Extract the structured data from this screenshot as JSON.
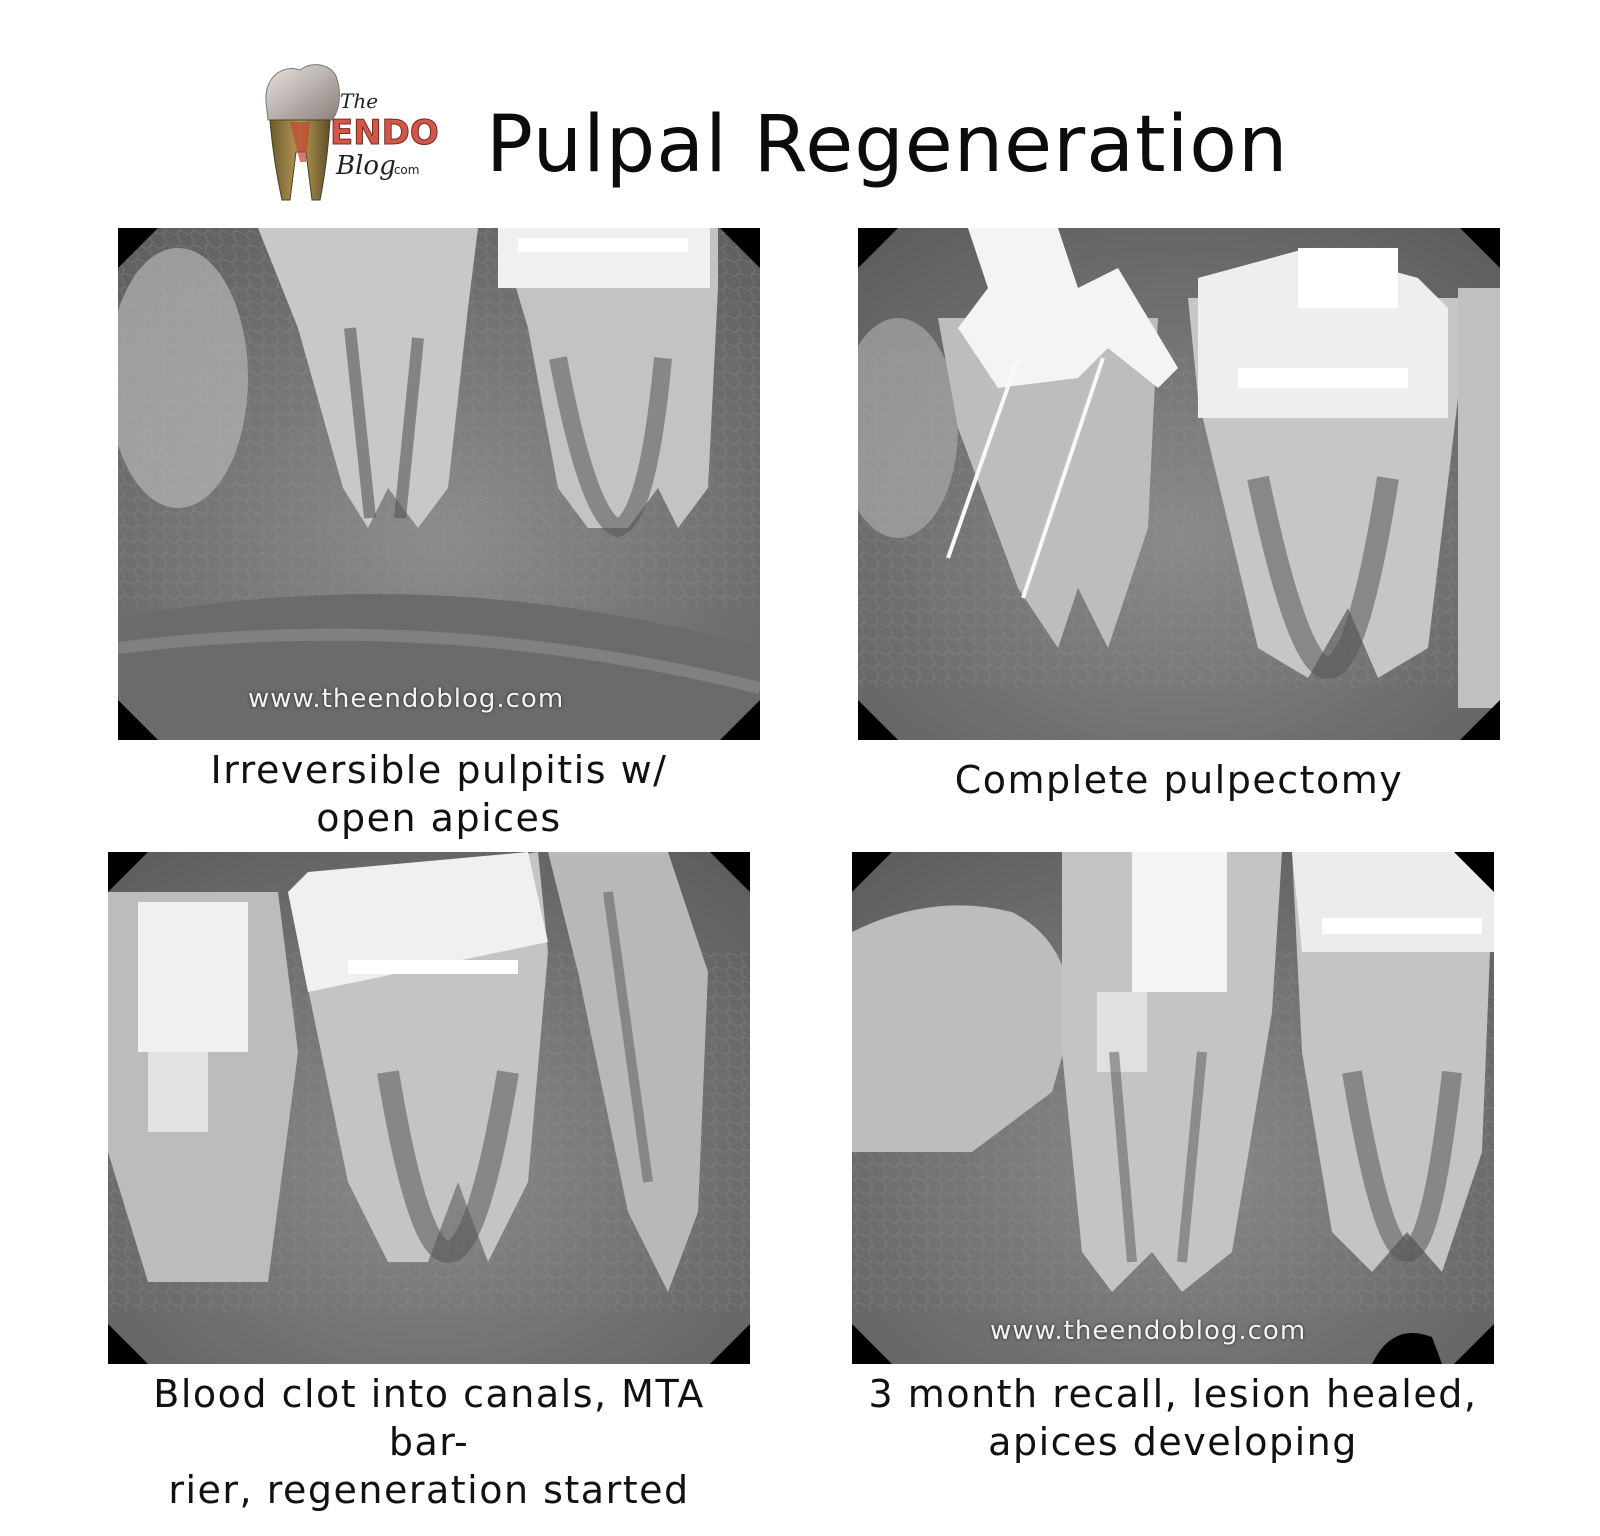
{
  "header": {
    "title": "Pulpal Regeneration",
    "logo": {
      "the": "The",
      "endo": "ENDO",
      "blog": "Blog",
      "com": ".com"
    }
  },
  "panels": [
    {
      "caption_line1": "Irreversible pulpitis w/",
      "caption_line2": "open apices",
      "watermark": "www.theendoblog.com"
    },
    {
      "caption_line1": "Complete pulpectomy",
      "caption_line2": "",
      "watermark": ""
    },
    {
      "caption_line1": "Blood clot into canals, MTA bar-",
      "caption_line2": "rier, regeneration started",
      "watermark": ""
    },
    {
      "caption_line1": "3 month recall, lesion healed,",
      "caption_line2": "apices developing",
      "watermark": "www.theendoblog.com"
    }
  ],
  "colors": {
    "xray_bg": "#7a7a7a",
    "frame": "#000000",
    "logo_red": "#d0574a"
  }
}
